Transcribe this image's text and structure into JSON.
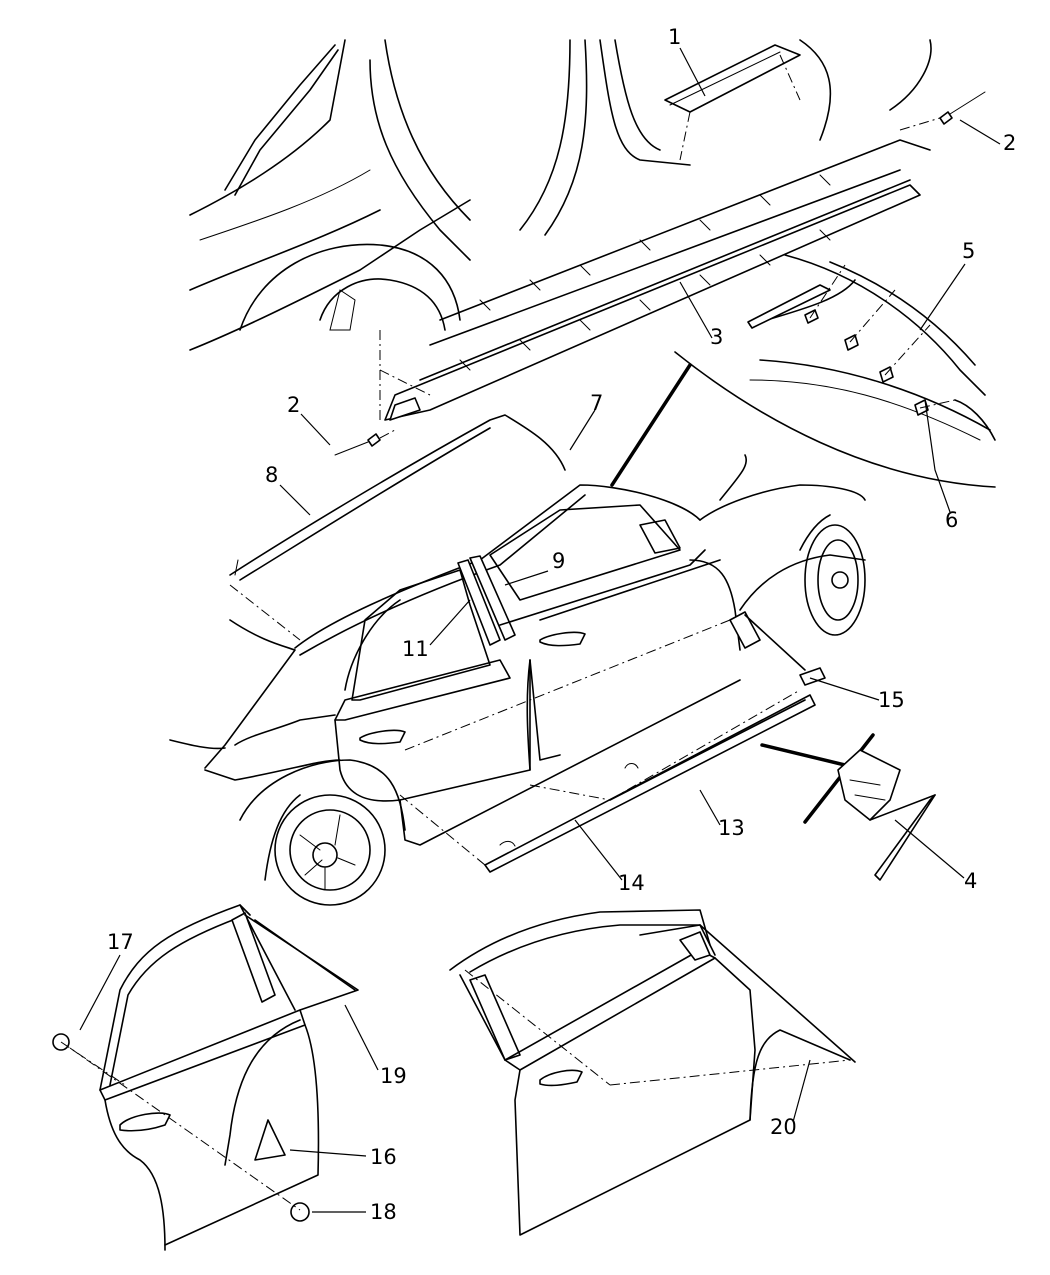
{
  "callouts": [
    {
      "id": "c1",
      "text": "1"
    },
    {
      "id": "c2a",
      "text": "2"
    },
    {
      "id": "c2b",
      "text": "2"
    },
    {
      "id": "c3",
      "text": "3"
    },
    {
      "id": "c4",
      "text": "4"
    },
    {
      "id": "c5",
      "text": "5"
    },
    {
      "id": "c6",
      "text": "6"
    },
    {
      "id": "c7",
      "text": "7"
    },
    {
      "id": "c8",
      "text": "8"
    },
    {
      "id": "c9",
      "text": "9"
    },
    {
      "id": "c11",
      "text": "11"
    },
    {
      "id": "c13",
      "text": "13"
    },
    {
      "id": "c14",
      "text": "14"
    },
    {
      "id": "c15",
      "text": "15"
    },
    {
      "id": "c16",
      "text": "16"
    },
    {
      "id": "c17",
      "text": "17"
    },
    {
      "id": "c18",
      "text": "18"
    },
    {
      "id": "c19",
      "text": "19"
    },
    {
      "id": "c20",
      "text": "20"
    }
  ]
}
